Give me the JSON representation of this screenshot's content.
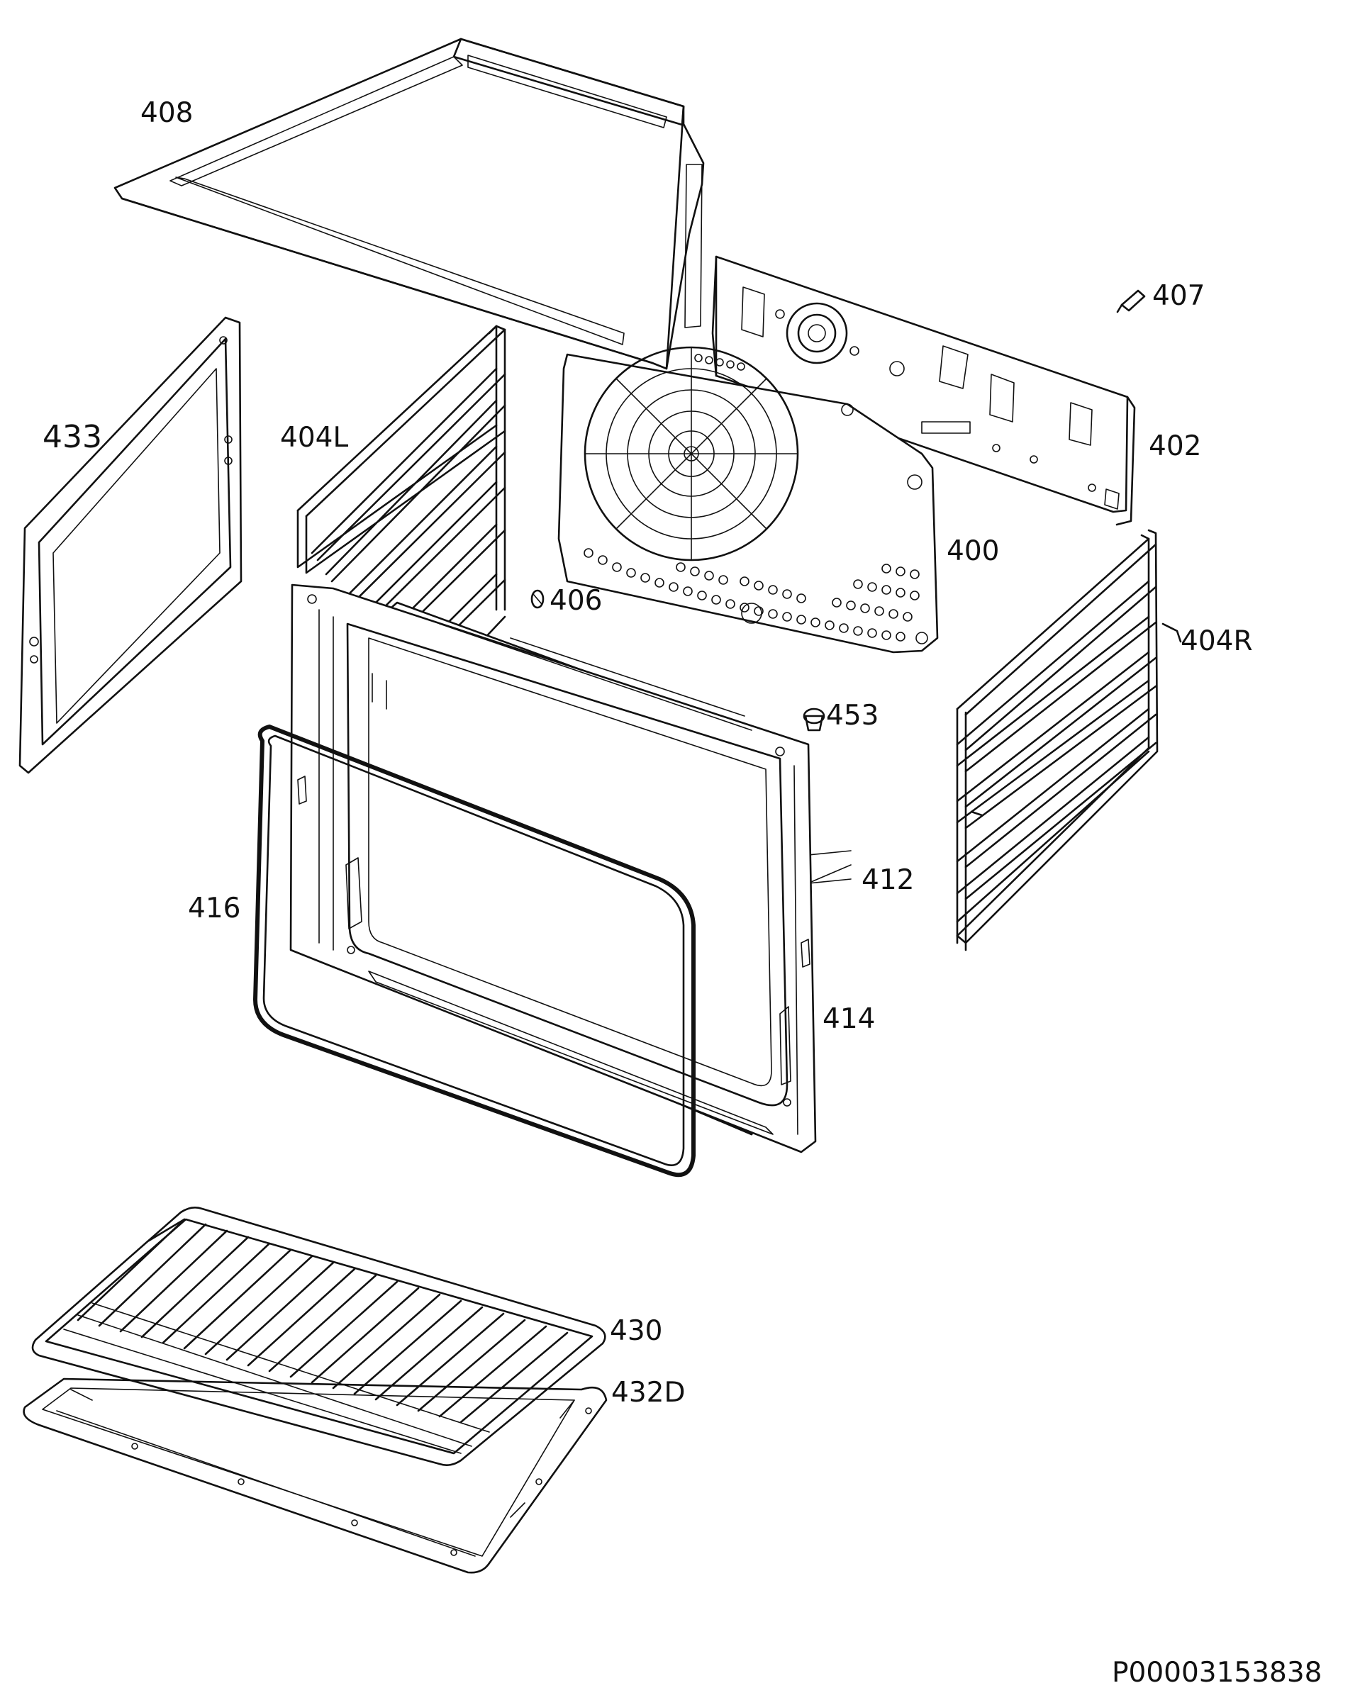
{
  "labels": {
    "p408": "408",
    "p407": "407",
    "p433": "433",
    "p404L": "404L",
    "p402": "402",
    "p400": "400",
    "p406": "406",
    "p404R": "404R",
    "p453": "453",
    "p412": "412",
    "p416": "416",
    "p414": "414",
    "p430": "430",
    "p432D": "432D"
  },
  "document_id": "P00003153838"
}
